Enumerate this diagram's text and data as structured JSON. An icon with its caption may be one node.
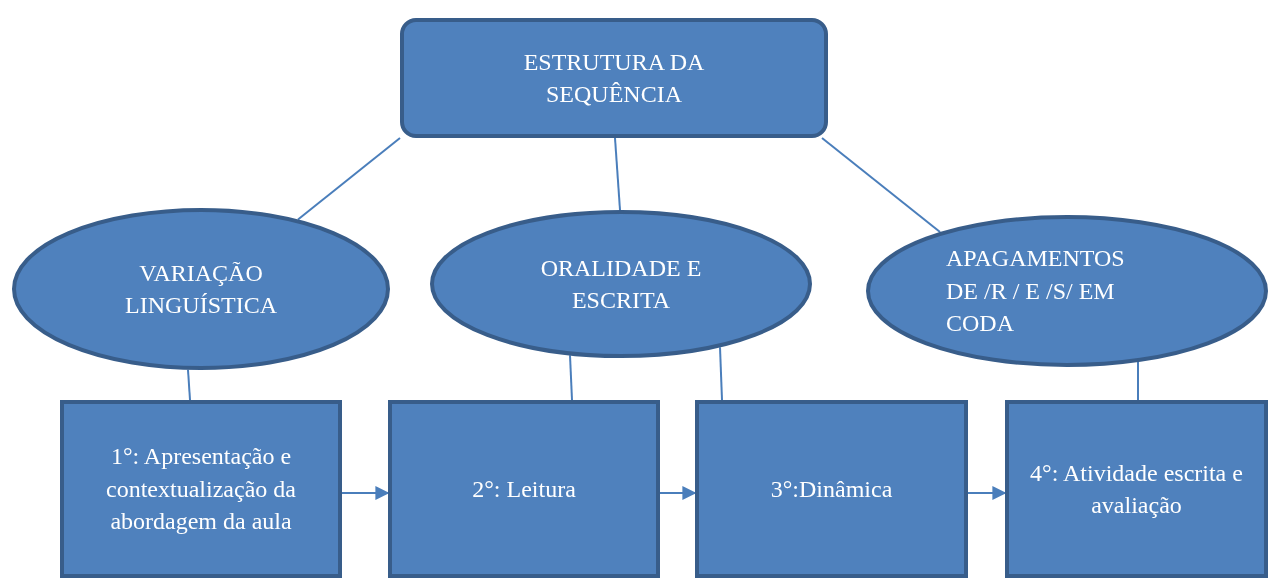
{
  "diagram": {
    "nodes": [
      {
        "text": [
          "ESTRUTURA DA SEQUÊNCIA"
        ]
      },
      {
        "text": [
          "VARIAÇÃO LINGUÍSTICA"
        ]
      },
      {
        "text": [
          "ORALIDADE E ESCRITA"
        ]
      },
      {
        "text": [
          "APAGAMENTOS DE /R / E /S/ EM CODA"
        ]
      },
      {
        "text": [
          "1°: Apresentação e contextualização da abordagem da aula"
        ]
      },
      {
        "text": [
          "2°: Leitura"
        ]
      },
      {
        "text": [
          "3°:Dinâmica"
        ]
      },
      {
        "text": [
          "4°: Atividade escrita e avaliação"
        ]
      }
    ],
    "edges": [
      {
        "from": 0,
        "to": 1,
        "arrow": "none"
      },
      {
        "from": 0,
        "to": 2,
        "arrow": "none"
      },
      {
        "from": 0,
        "to": 3,
        "arrow": "none"
      },
      {
        "from": 1,
        "to": 4,
        "arrow": "none"
      },
      {
        "from": 2,
        "to": 5,
        "arrow": "none"
      },
      {
        "from": 2,
        "to": 6,
        "arrow": "none"
      },
      {
        "from": 3,
        "to": 7,
        "arrow": "none"
      },
      {
        "from": 4,
        "to": 5,
        "arrow": "to"
      },
      {
        "from": 5,
        "to": 6,
        "arrow": "to"
      },
      {
        "from": 6,
        "to": 7,
        "arrow": "to"
      }
    ]
  }
}
